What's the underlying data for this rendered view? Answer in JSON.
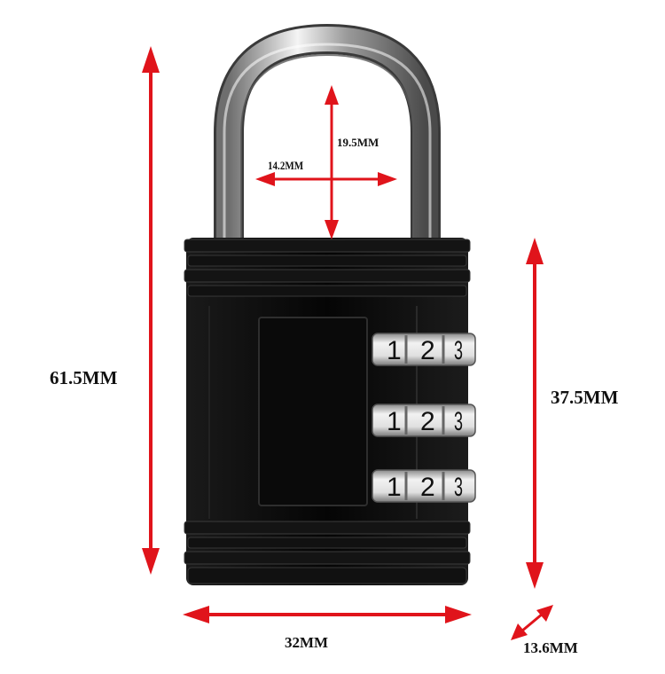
{
  "dimensions": {
    "total_height": "61.5MM",
    "body_height": "37.5MM",
    "width": "32MM",
    "depth": "13.6MM",
    "shackle_clearance_width": "14.2MM",
    "shackle_clearance_height": "19.5MM"
  },
  "dials": [
    {
      "digits": [
        "1",
        "2",
        "3"
      ]
    },
    {
      "digits": [
        "1",
        "2",
        "3"
      ]
    },
    {
      "digits": [
        "1",
        "2",
        "3"
      ]
    }
  ],
  "colors": {
    "arrow": "#e0141b",
    "lock_body": "#0c0c0c",
    "shackle": "#c9c9c9",
    "dial": "#cfcfcf"
  }
}
